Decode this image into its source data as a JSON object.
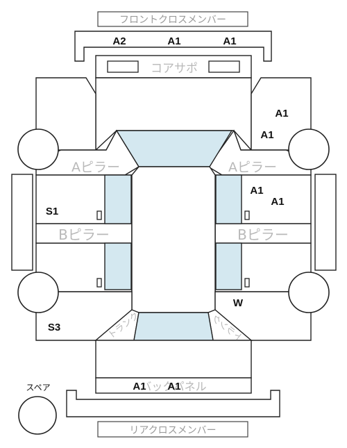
{
  "labels": {
    "front_cross_member": "フロントクロスメンバー",
    "core_support": "コアサポ",
    "a_pillar_left": "Aピラー",
    "a_pillar_right": "Aピラー",
    "b_pillar_left": "Bピラー",
    "b_pillar_right": "Bピラー",
    "trunk_left": "トランク",
    "trunk_right": "トランク",
    "back_panel": "バックパネル",
    "rear_cross_member": "リアクロスメンバー",
    "spare": "スペア"
  },
  "codes": {
    "front_1": "A2",
    "front_2": "A1",
    "front_3": "A1",
    "fender_right_1": "A1",
    "fender_right_2": "A1",
    "door_front_right_1": "A1",
    "door_front_right_2": "A1",
    "door_front_left": "S1",
    "rear_right": "W",
    "rear_left": "S3",
    "back_1": "A1",
    "back_2": "A1"
  }
}
